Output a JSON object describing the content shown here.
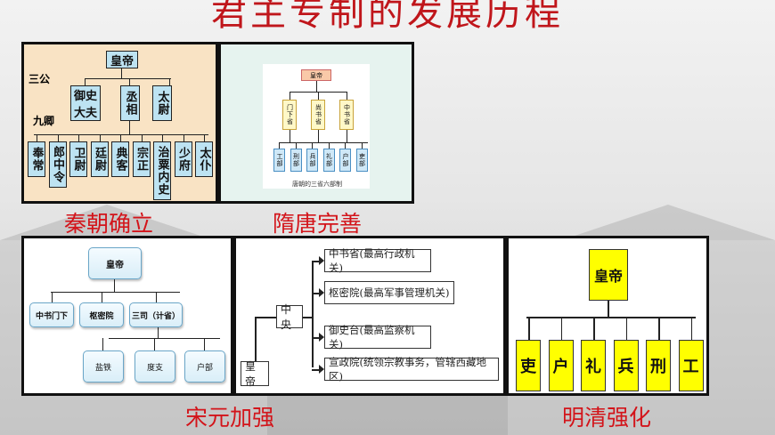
{
  "title": "君主专制的发展历程",
  "qin": {
    "caption": "秦朝确立",
    "emperor": "皇帝",
    "sangong_label": "三公",
    "jiuqing_label": "九卿",
    "sangong": [
      "御史大夫",
      "丞相",
      "太尉"
    ],
    "jiuqing": [
      "奉常",
      "郎中令",
      "卫尉",
      "廷尉",
      "典客",
      "宗正",
      "治粟内史",
      "少府",
      "太仆"
    ]
  },
  "suitang": {
    "caption": "隋唐完善",
    "emperor": "皇帝",
    "sansheng": [
      "门下省",
      "尚书省",
      "中书省"
    ],
    "liubu": [
      "工部",
      "刑部",
      "兵部",
      "礼部",
      "户部",
      "吏部"
    ],
    "footer": "唐朝的三省六部制"
  },
  "song": {
    "caption": "宋元加强",
    "emperor": "皇帝",
    "level2": [
      "中书门下",
      "枢密院",
      "三司（计省）"
    ],
    "level3": [
      "盐铁",
      "度支",
      "户部"
    ]
  },
  "yuan": {
    "emperor": "皇帝",
    "center": "中央",
    "organs": [
      "中书省(最高行政机关)",
      "枢密院(最高军事管理机关)",
      "御史台(最高监察机关)",
      "宣政院(统领宗教事务，管辖西藏地区)"
    ]
  },
  "ming": {
    "caption": "明清强化",
    "emperor": "皇帝",
    "liubu": [
      "吏",
      "户",
      "礼",
      "兵",
      "刑",
      "工"
    ]
  },
  "colors": {
    "title": "#c0161b",
    "caption": "#d3141a",
    "qin_bg": "#f9e3c4",
    "box_blue": "#bde3f2",
    "ming_yellow": "#ffff00"
  }
}
